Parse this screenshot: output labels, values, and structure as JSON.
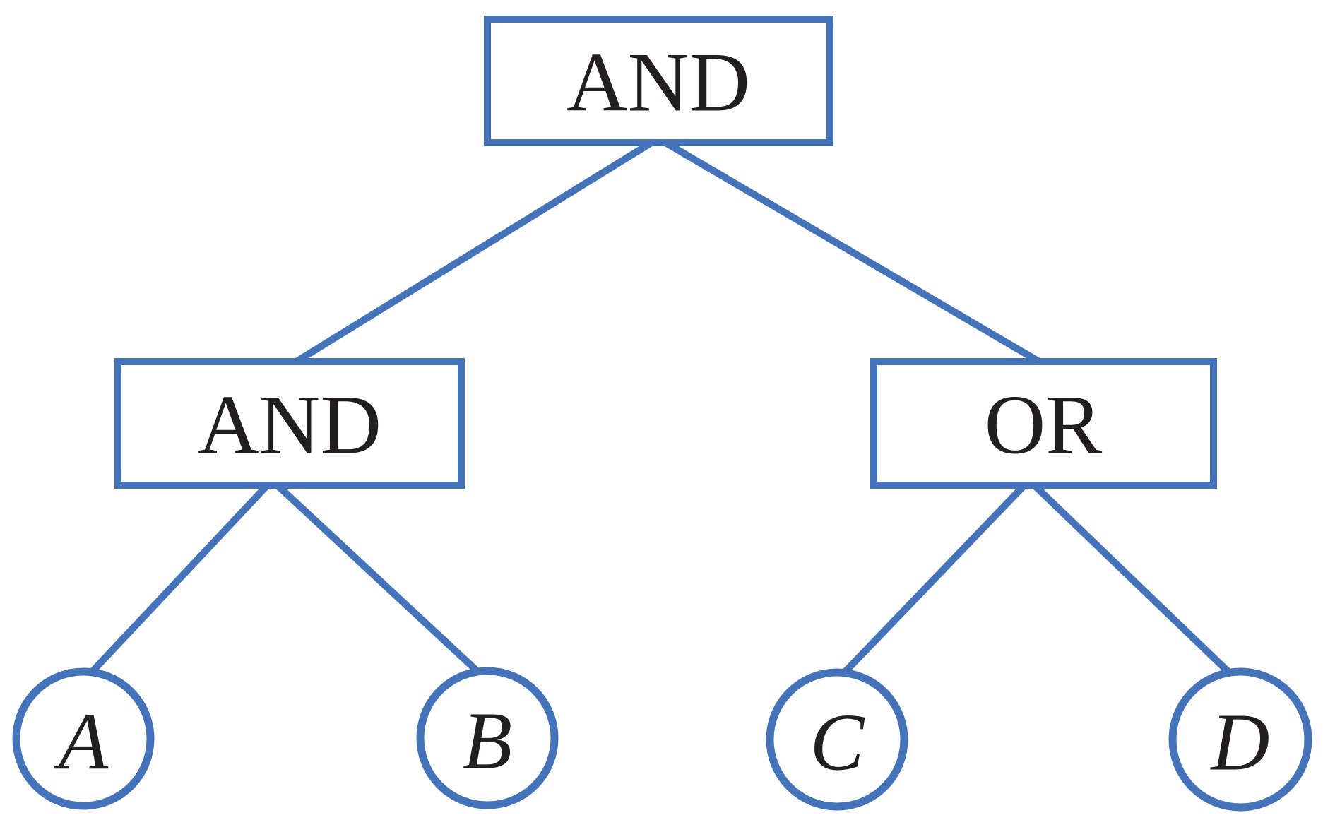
{
  "diagram": {
    "kind": "fault-tree",
    "root_gate": {
      "id": "root",
      "label": "AND",
      "shape": "rectangle"
    },
    "left_gate": {
      "id": "left",
      "label": "AND",
      "shape": "rectangle"
    },
    "right_gate": {
      "id": "right",
      "label": "OR",
      "shape": "rectangle"
    },
    "leaves": [
      {
        "id": "A",
        "label": "A",
        "shape": "circle"
      },
      {
        "id": "B",
        "label": "B",
        "shape": "circle"
      },
      {
        "id": "C",
        "label": "C",
        "shape": "circle"
      },
      {
        "id": "D",
        "label": "D",
        "shape": "circle"
      }
    ],
    "edges": [
      {
        "from": "root",
        "to": "left"
      },
      {
        "from": "root",
        "to": "right"
      },
      {
        "from": "left",
        "to": "A"
      },
      {
        "from": "left",
        "to": "B"
      },
      {
        "from": "right",
        "to": "C"
      },
      {
        "from": "right",
        "to": "D"
      }
    ]
  },
  "colors": {
    "line": "#4573B9",
    "text": "#231F20",
    "background": "#FFFFFF"
  }
}
